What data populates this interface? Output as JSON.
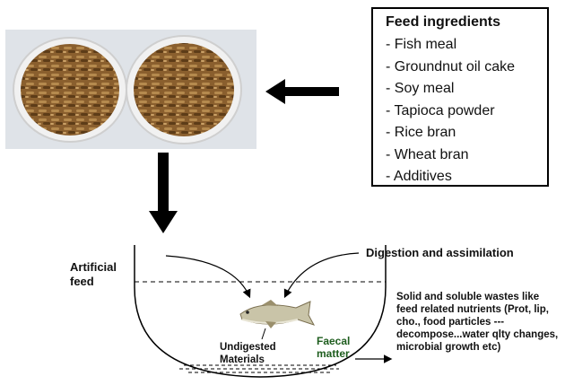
{
  "ingredients": {
    "title": "Feed ingredients",
    "items": [
      "- Fish meal",
      "- Groundnut oil cake",
      "- Soy meal",
      "- Tapioca powder",
      "- Rice bran",
      "- Wheat bran",
      "- Additives"
    ]
  },
  "pond": {
    "artificial_feed": "Artificial feed",
    "digestion": "Digestion and assimilation",
    "undigested": "Undigested Materials",
    "faecal": "Faecal matter",
    "wastes": "Solid and soluble wastes like feed related nutrients (Prot, lip, cho., food particles --- decompose...water qlty changes, microbial growth etc)"
  },
  "colors": {
    "pellet_dark": "#6e4a22",
    "pellet_light": "#b58a4e",
    "dish_rim": "#d9d9d9"
  },
  "icons": [
    "feed-pellet-dishes-photo",
    "fish-icon",
    "arrow-left-icon",
    "arrow-down-icon"
  ]
}
